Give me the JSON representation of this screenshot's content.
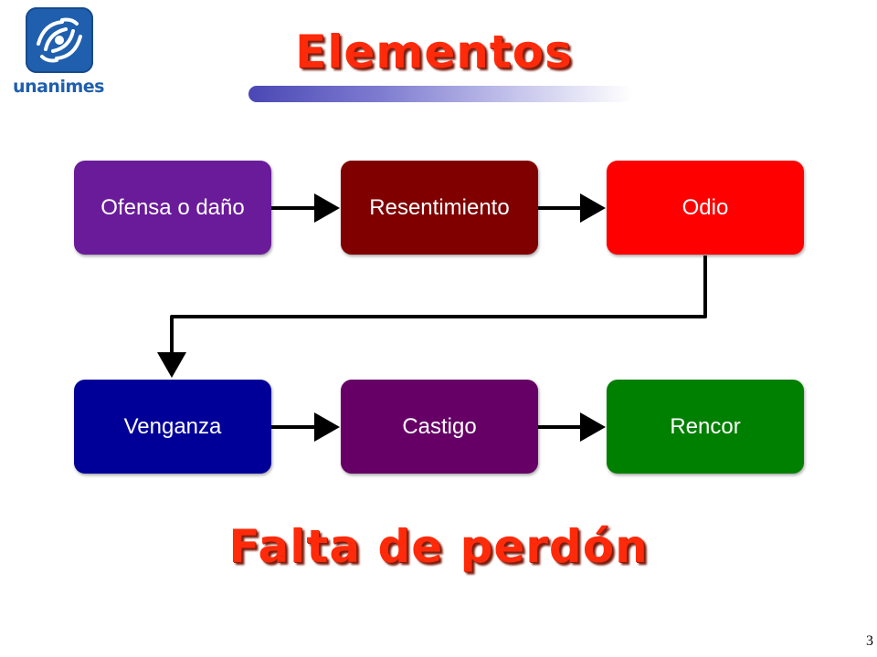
{
  "logo": {
    "text": "unanimes"
  },
  "title": "Elementos",
  "flow": {
    "nodes": [
      {
        "id": "ofensa",
        "label": "Ofensa o daño",
        "color": "#6a1b9a"
      },
      {
        "id": "resentimiento",
        "label": "Resentimiento",
        "color": "#800000"
      },
      {
        "id": "odio",
        "label": "Odio",
        "color": "#ff0000"
      },
      {
        "id": "venganza",
        "label": "Venganza",
        "color": "#000099"
      },
      {
        "id": "castigo",
        "label": "Castigo",
        "color": "#660066"
      },
      {
        "id": "rencor",
        "label": "Rencor",
        "color": "#008000"
      }
    ],
    "edges": [
      {
        "from": "ofensa",
        "to": "resentimiento"
      },
      {
        "from": "resentimiento",
        "to": "odio"
      },
      {
        "from": "odio",
        "to": "venganza"
      },
      {
        "from": "venganza",
        "to": "castigo"
      },
      {
        "from": "castigo",
        "to": "rencor"
      }
    ]
  },
  "footer": "Falta de perdón",
  "page_number": "3",
  "colors": {
    "heading": "#ff2a0a",
    "accent_bar": "#4a47b5",
    "arrow": "#000000"
  }
}
